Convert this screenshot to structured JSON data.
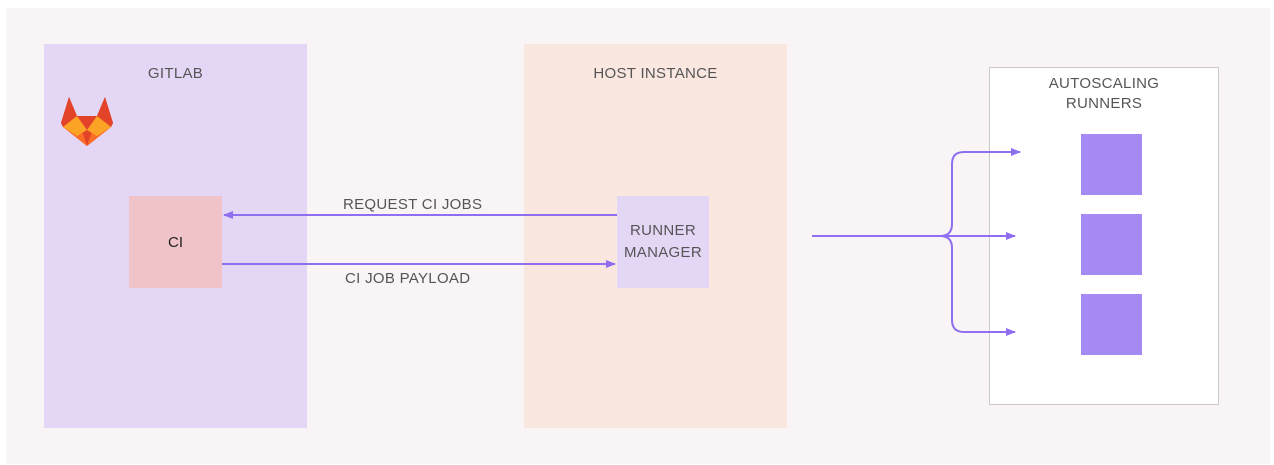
{
  "gitlab": {
    "title": "GITLAB",
    "logo_icon": "gitlab-fox-icon"
  },
  "ci": {
    "label": "CI"
  },
  "host": {
    "title": "HOST INSTANCE"
  },
  "manager": {
    "line1": "RUNNER",
    "line2": "MANAGER"
  },
  "edges": {
    "request": "REQUEST CI JOBS",
    "payload": "CI JOB PAYLOAD"
  },
  "runners": {
    "title_line1": "AUTOSCALING",
    "title_line2": "RUNNERS",
    "count": 3
  },
  "colors": {
    "arrow": "#8f6ef0",
    "gitlab_panel": "#e4d7f5",
    "host_panel": "#f9e7e0",
    "ci_box": "#f0c3c8",
    "runner": "#a68af4"
  }
}
